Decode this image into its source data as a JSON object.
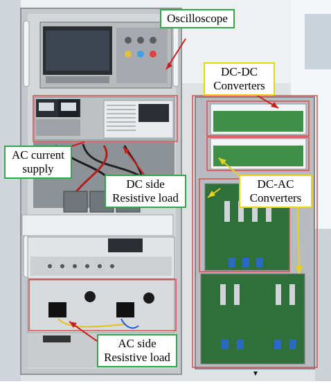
{
  "labels": {
    "oscilloscope": "Oscilloscope",
    "dcdc_line1": "DC-DC",
    "dcdc_line2": "Converters",
    "ac_current_line1": "AC current",
    "ac_current_line2": "supply",
    "dc_load_line1": "DC side",
    "dc_load_line2": "Resistive load",
    "dcac_line1": "DC-AC",
    "dcac_line2": "Converters",
    "ac_load_line1": "AC side",
    "ac_load_line2": "Resistive load"
  },
  "colors": {
    "callout_green": "#2ea84a",
    "callout_yellow": "#e8d21a",
    "highlight_red": "#e04848",
    "arrow_red": "#c81e1e"
  }
}
